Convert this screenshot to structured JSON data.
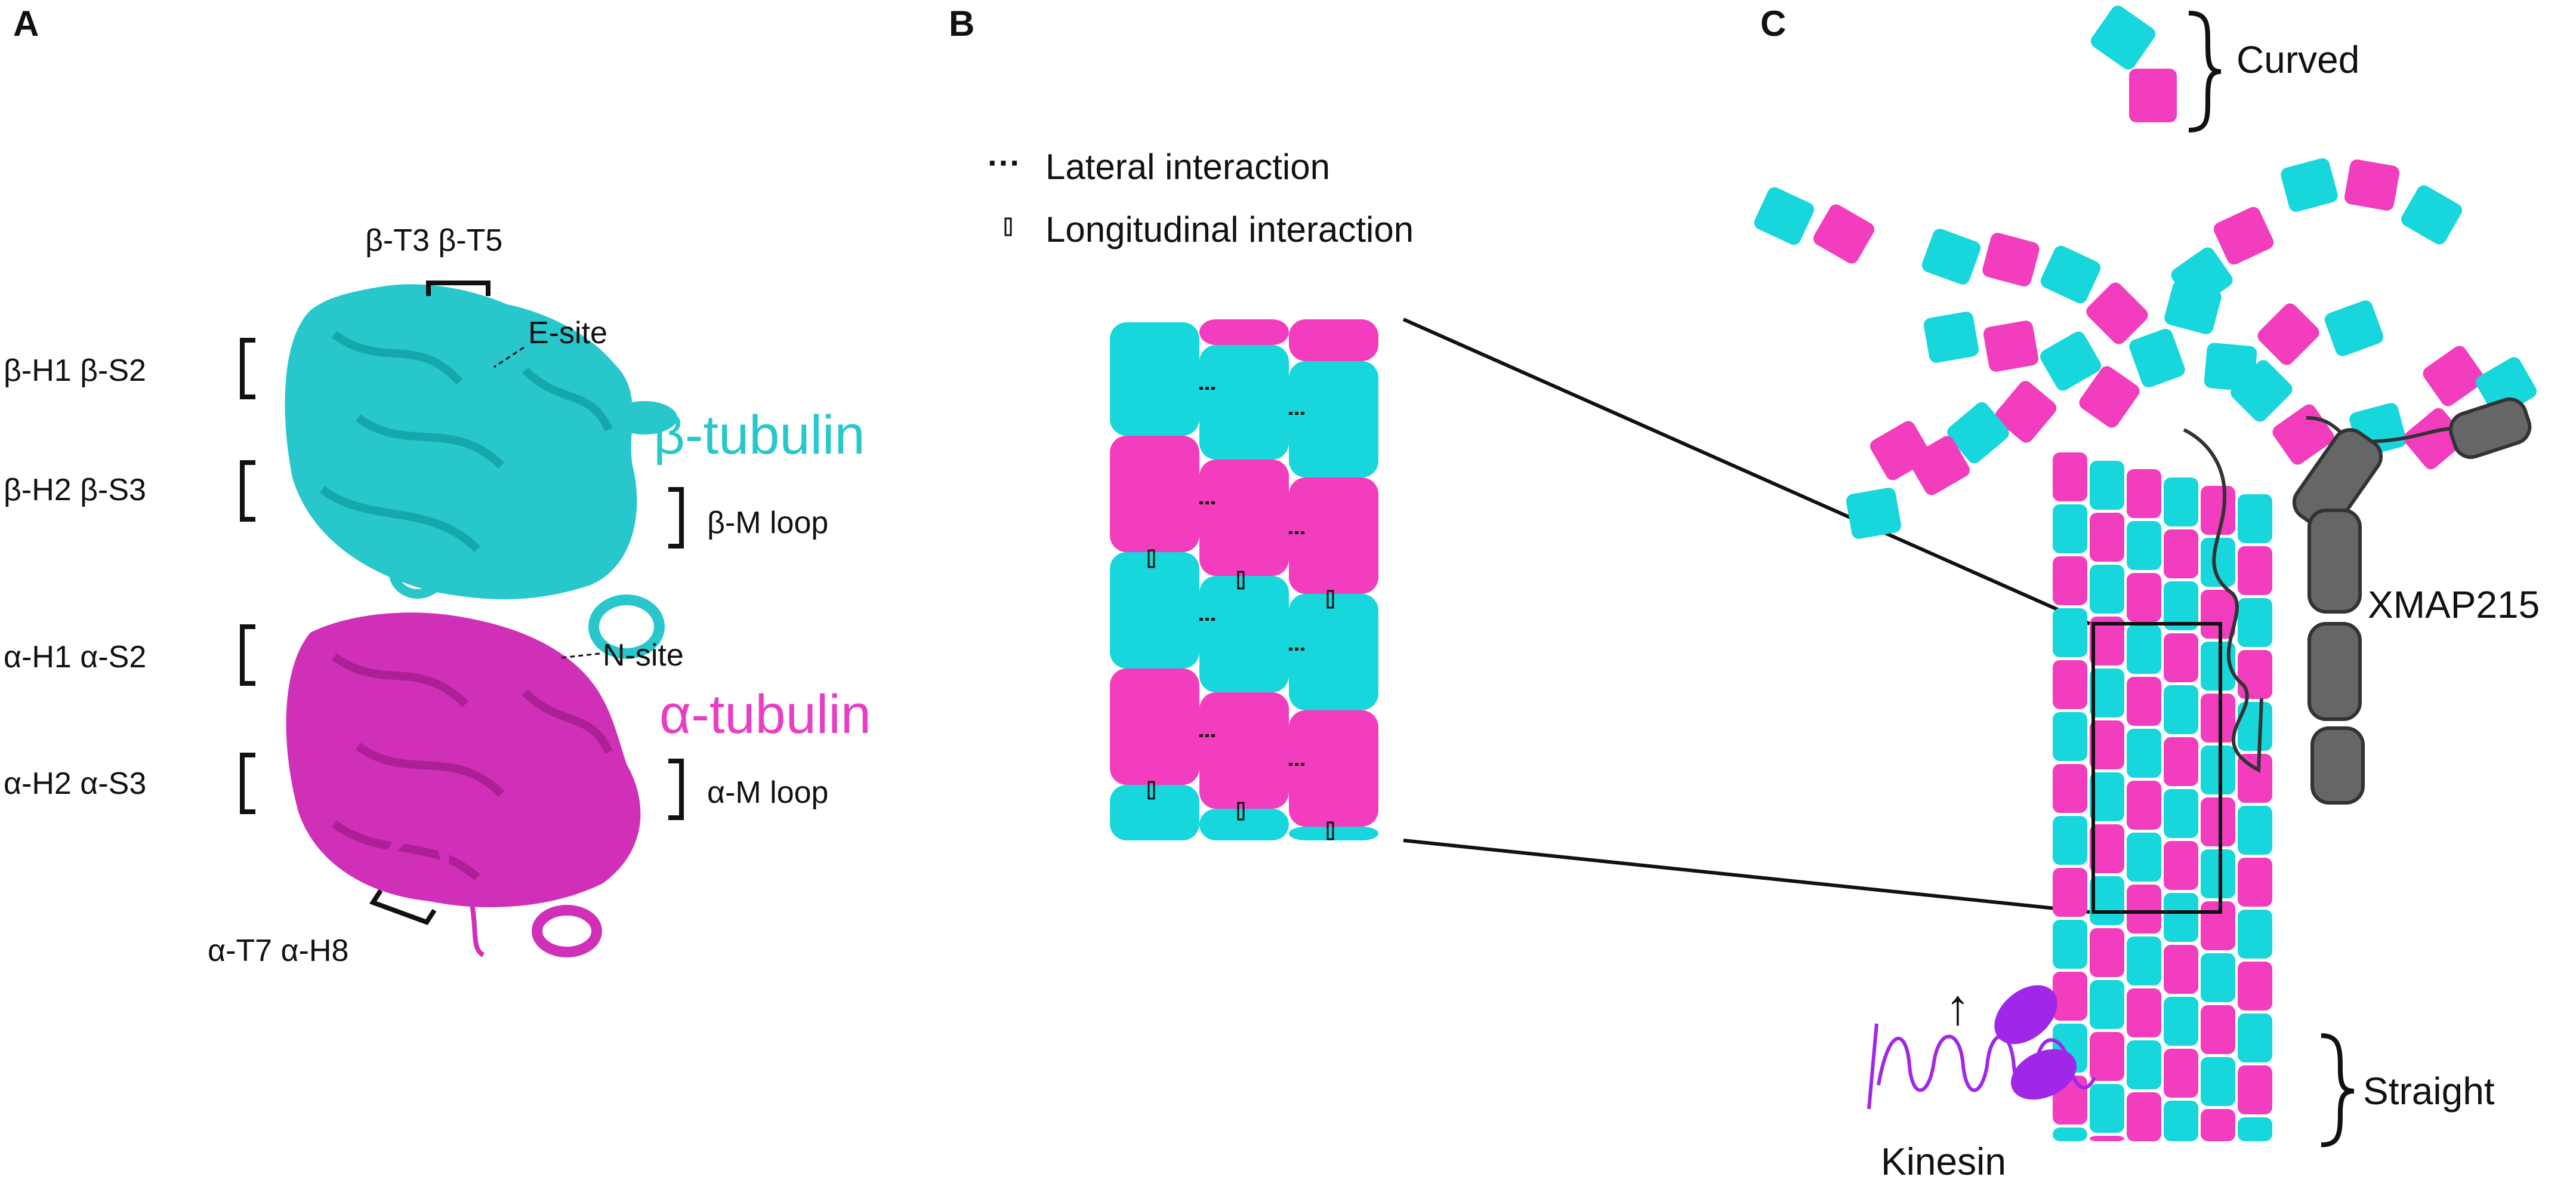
{
  "colors": {
    "cyan": "#17D6DC",
    "magenta": "#F23DBE",
    "protein_cyan": "#27C7CC",
    "protein_magenta": "#D030B8",
    "xmap": "#666666",
    "kinesin": "#A027E8",
    "black": "#111111"
  },
  "panel_a": {
    "letter": "A",
    "beta_t3_t5": "β-T3 β-T5",
    "e_site": "E-site",
    "beta_h1_s2": "β-H1 β-S2",
    "beta_h2_s3": "β-H2 β-S3",
    "beta_tubulin": "β-tubulin",
    "beta_m_loop": "β-M loop",
    "alpha_h1_s2": "α-H1 α-S2",
    "n_site": "N-site",
    "alpha_tubulin": "α-tubulin",
    "alpha_h2_s3": "α-H2 α-S3",
    "alpha_m_loop": "α-M loop",
    "alpha_t7_h8": "α-T7 α-H8"
  },
  "panel_b": {
    "letter": "B",
    "legend_dots_symbol": "···",
    "legend_lateral": "Lateral interaction",
    "legend_longitudinal": "Longitudinal interaction"
  },
  "panel_c": {
    "letter": "C",
    "curved": "Curved",
    "xmap215": "XMAP215",
    "straight": "Straight",
    "kinesin": "Kinesin",
    "arrow_glyph": "↑"
  }
}
